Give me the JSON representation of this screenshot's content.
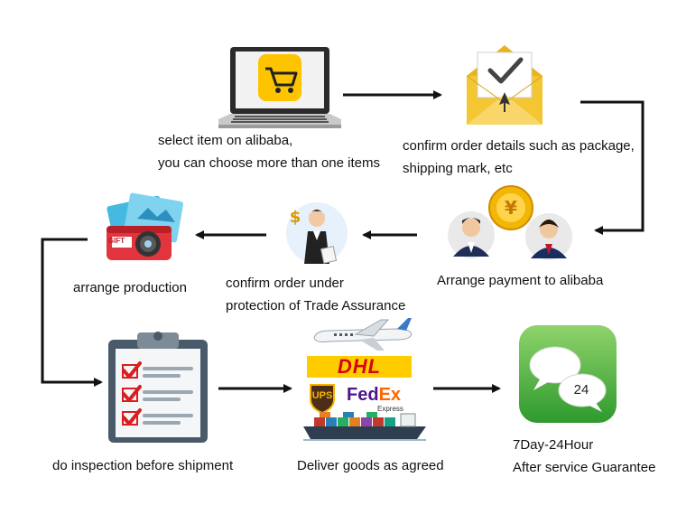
{
  "steps": {
    "select_item": {
      "line1": "select item on alibaba,",
      "line2": "you can choose more than one items"
    },
    "confirm_details": {
      "line1": "confirm order details such as package,",
      "line2": "shipping mark, etc"
    },
    "arrange_payment": {
      "line1": "Arrange payment to alibaba"
    },
    "confirm_order": {
      "line1": "confirm order under",
      "line2": "protection of Trade Assurance"
    },
    "arrange_production": {
      "line1": "arrange production"
    },
    "inspection": {
      "line1": "do inspection before shipment"
    },
    "deliver": {
      "line1": "Deliver goods as agreed"
    },
    "after_service": {
      "line1": "7Day-24Hour",
      "line2": "After service Guarantee"
    }
  },
  "logos": {
    "dhl": "DHL",
    "ups": "UPS",
    "fedex_fed": "Fed",
    "fedex_ex": "Ex",
    "fedex_express": "Express",
    "gift": "GIFT",
    "chat_number": "24"
  },
  "colors": {
    "arrow": "#111111",
    "cart_yellow": "#ffc400",
    "dhl_yellow": "#ffcc00",
    "dhl_red": "#d40511",
    "chat_green": "#3fae3a",
    "check_red": "#d81e1e"
  }
}
